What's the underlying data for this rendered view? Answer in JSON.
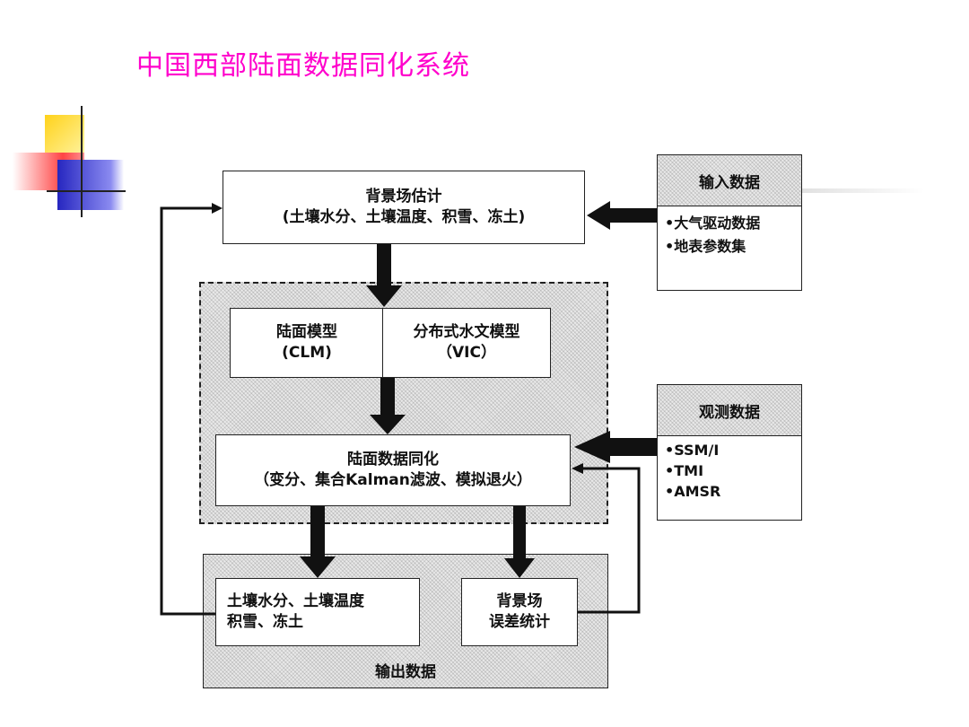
{
  "title": "中国西部陆面数据同化系统",
  "background_estimate": {
    "line1": "背景场估计",
    "line2": "(土壤水分、土壤温度、积雪、冻土)"
  },
  "models": {
    "land_model": {
      "line1": "陆面模型",
      "line2": "(CLM)"
    },
    "hydro_model": {
      "line1": "分布式水文模型",
      "line2": "（VIC）"
    }
  },
  "assimilation": {
    "line1": "陆面数据同化",
    "line2": "（变分、集合Kalman滤波、模拟退火）"
  },
  "output_panel": {
    "label": "输出数据",
    "state_box": {
      "line1": "土壤水分、土壤温度",
      "line2": "积雪、冻土"
    },
    "error_box": {
      "line1": "背景场",
      "line2": "误差统计"
    }
  },
  "input_data": {
    "header": "输入数据",
    "items": [
      "•大气驱动数据",
      "•地表参数集"
    ]
  },
  "observation_data": {
    "header": "观测数据",
    "items": [
      "•SSM/I",
      "•TMI",
      "•AMSR"
    ]
  },
  "colors": {
    "title": "#ff00cc",
    "deco_yellow": "#ffd21a",
    "deco_red": "#ff3333",
    "deco_blue": "#3333cc"
  }
}
